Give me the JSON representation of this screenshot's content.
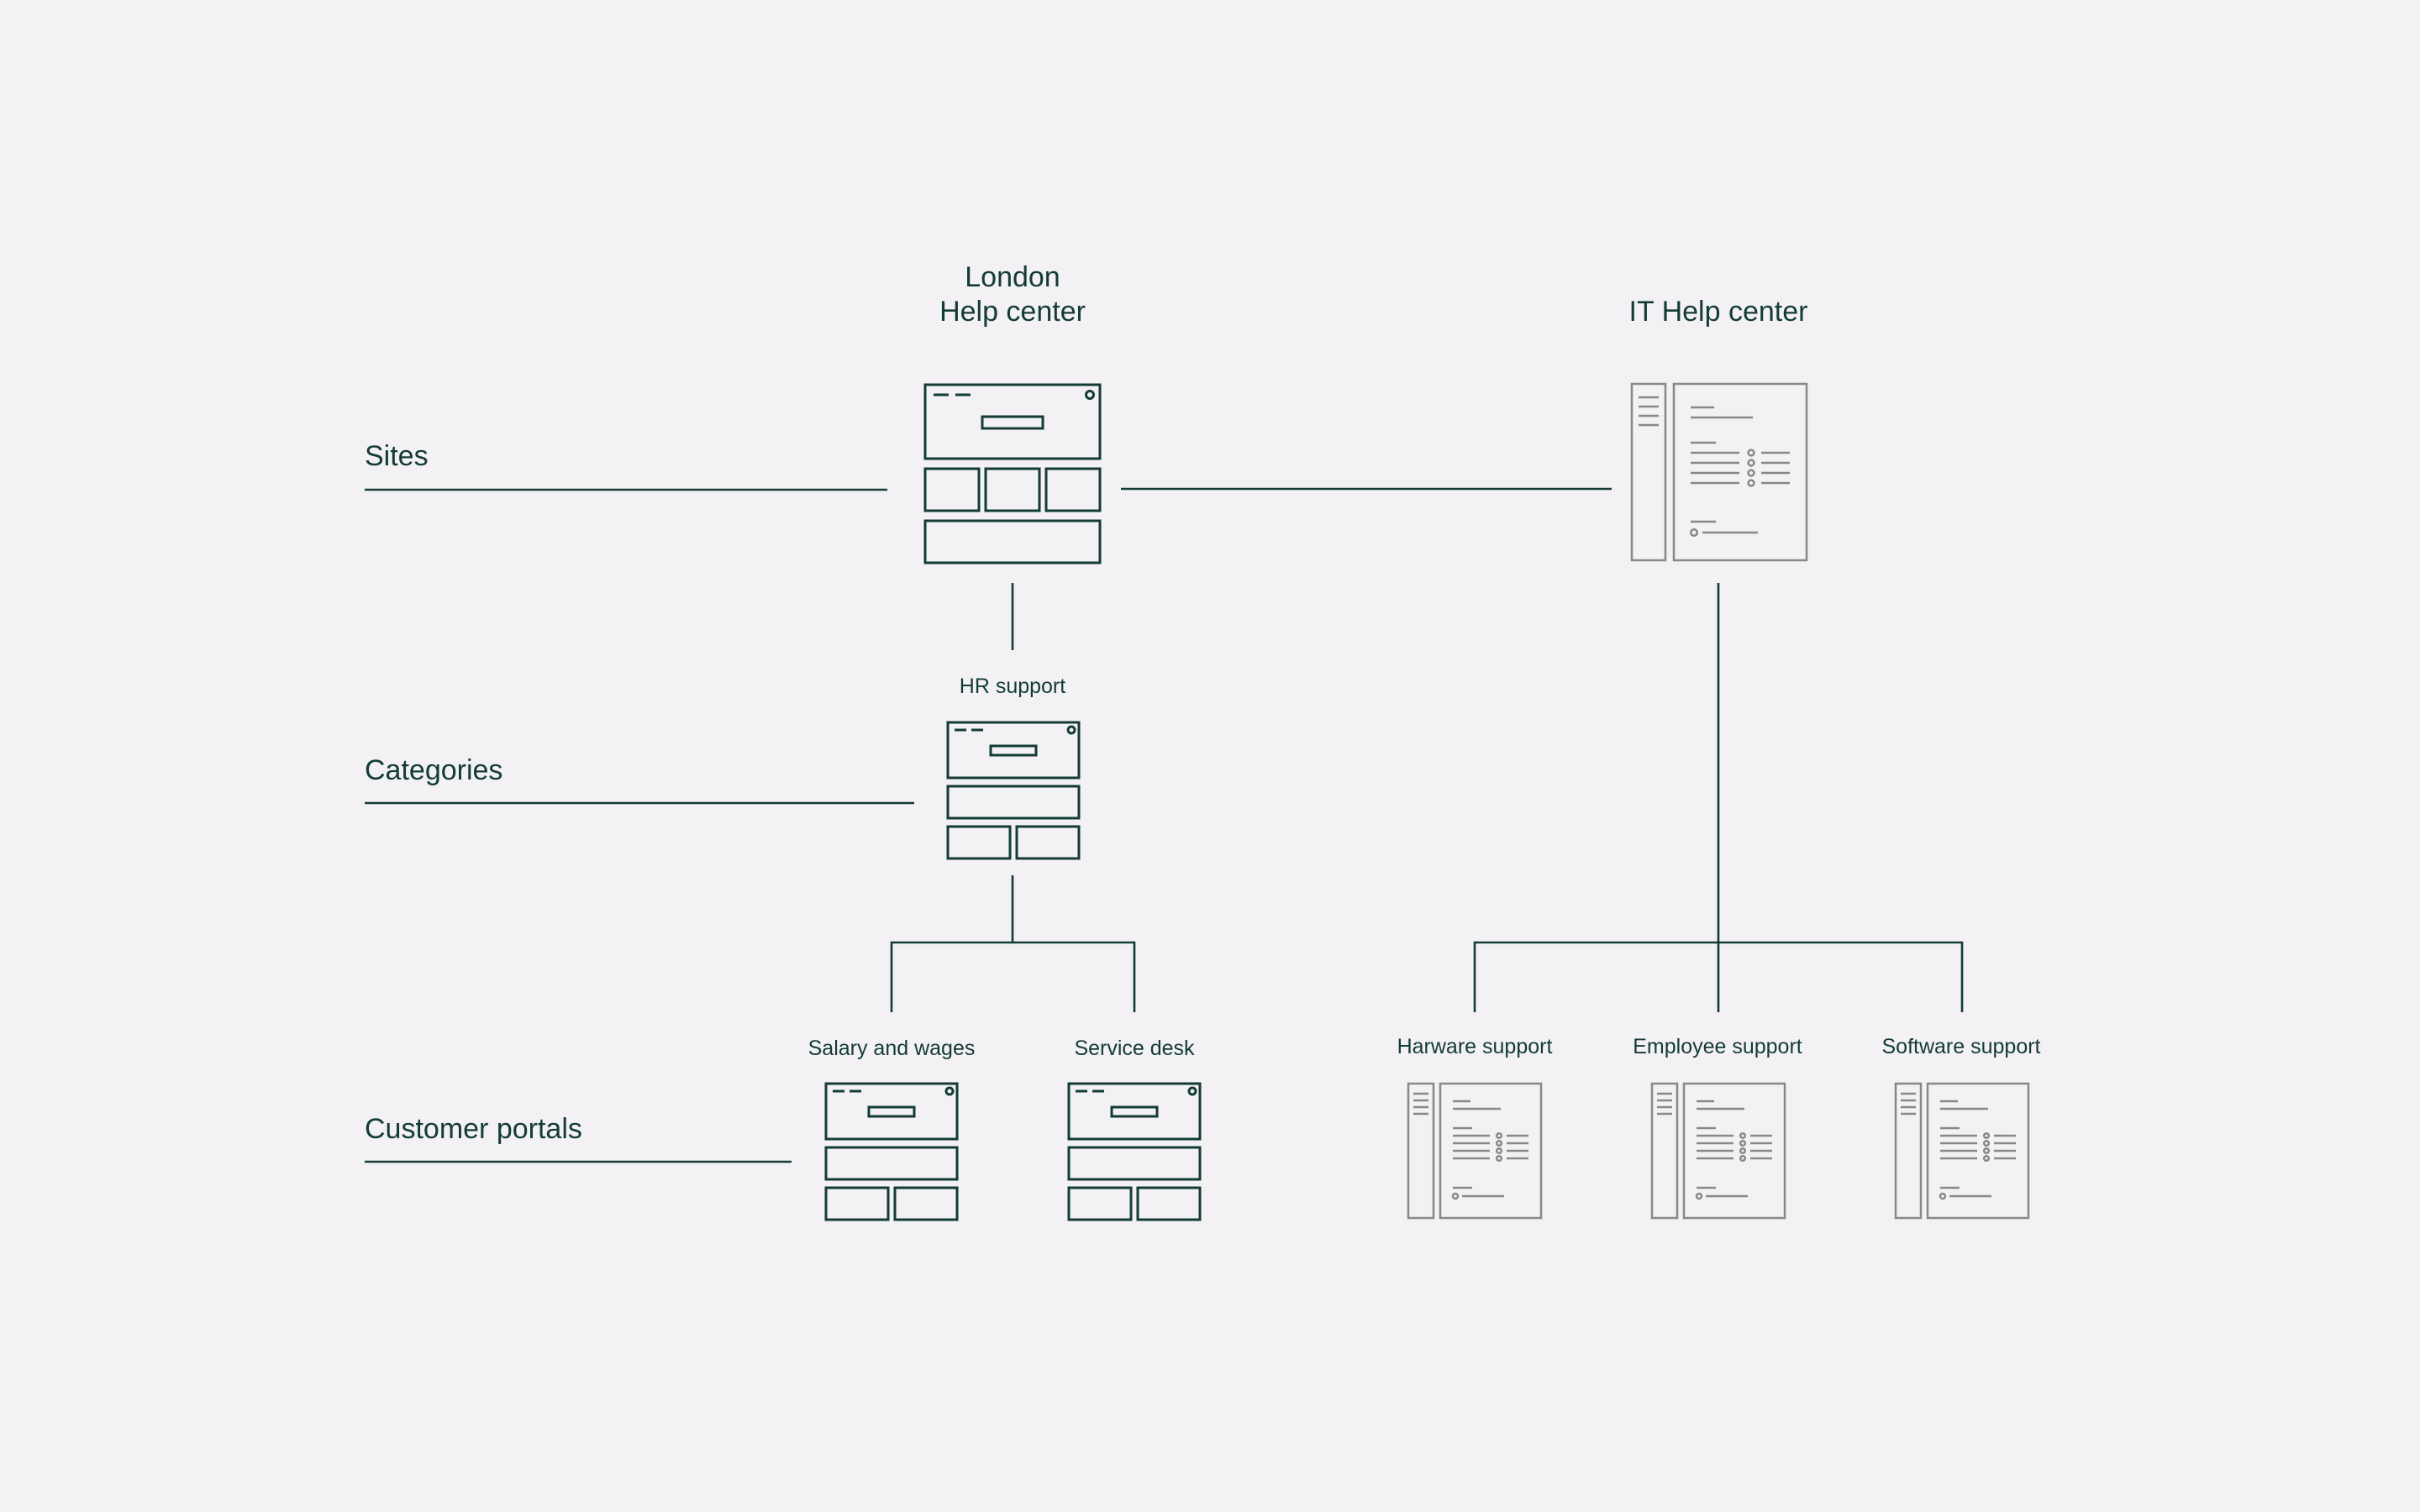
{
  "tiers": {
    "sites": "Sites",
    "categories": "Categories",
    "customer_portals": "Customer portals"
  },
  "sites": {
    "london": {
      "line1": "London",
      "line2": "Help center"
    },
    "it": {
      "label": "IT Help center"
    }
  },
  "categories": {
    "hr": "HR support"
  },
  "portals": {
    "salary": "Salary and wages",
    "service_desk": "Service desk",
    "hardware": "Harware support",
    "employee": "Employee support",
    "software": "Software support"
  },
  "colors": {
    "background": "#f3f1f3",
    "ink": "#133c35",
    "doc_stroke": "#858a87"
  },
  "icons": {
    "grid_page": "grid-page-icon",
    "doc_page": "document-page-icon"
  }
}
